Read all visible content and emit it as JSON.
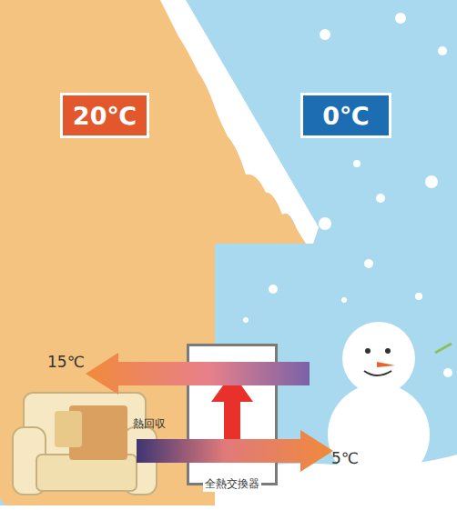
{
  "diagram": {
    "nodes": [
      {
        "text": [
          "20℃"
        ]
      },
      {
        "text": [
          "0℃"
        ]
      },
      {
        "text": [
          "全熱交換器"
        ]
      }
    ],
    "labels": [
      "15℃",
      "熱回収",
      "5℃"
    ]
  }
}
